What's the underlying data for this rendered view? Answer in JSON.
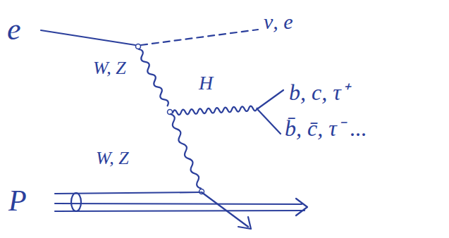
{
  "diagram": {
    "labels": [
      "e",
      "ν, e",
      "W, Z",
      "H",
      "b, c, τ⁺",
      "b̄, c̄, τ⁻ ...",
      "W, Z",
      "P"
    ]
  }
}
